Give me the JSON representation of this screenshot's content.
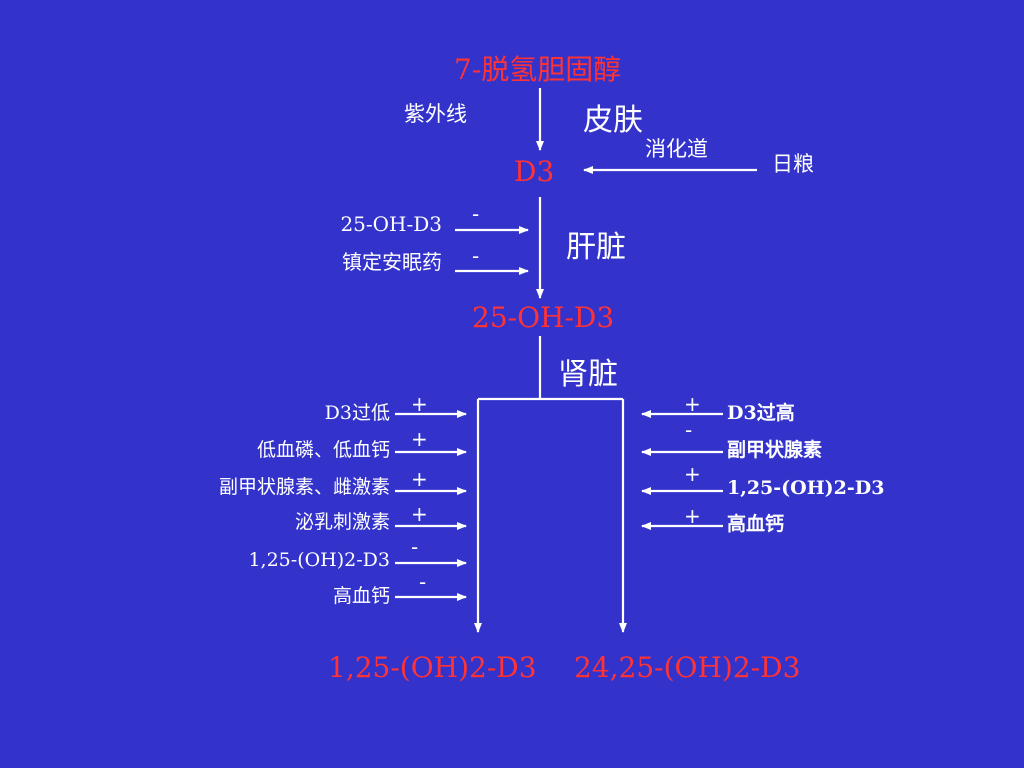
{
  "colors": {
    "background": "#3333cc",
    "compound": "#ff3333",
    "label": "#ffffff"
  },
  "compounds": {
    "dehydrocholesterol": "7-脱氢胆固醇",
    "d3": "D3",
    "oh_d3": "25-OH-D3",
    "dihydroxy_125": "1,25-(OH)2-D3",
    "dihydroxy_2425": "24,25-(OH)2-D3"
  },
  "organs": {
    "skin": "皮肤",
    "liver": "肝脏",
    "kidney": "肾脏"
  },
  "skin_step": {
    "uv": "紫外线",
    "digestive_tract": "消化道",
    "food": "日粮"
  },
  "liver_step": {
    "inhibitors": [
      {
        "label": "25-OH-D3",
        "sign": "-"
      },
      {
        "label": "镇定安眠药",
        "sign": "-"
      }
    ]
  },
  "kidney_step": {
    "left_regulators": [
      {
        "label": "D3过低",
        "sign": "+"
      },
      {
        "label": "低血磷、低血钙",
        "sign": "+"
      },
      {
        "label": "副甲状腺素、雌激素",
        "sign": "+"
      },
      {
        "label": "泌乳刺激素",
        "sign": "+"
      },
      {
        "label": "1,25-(OH)2-D3",
        "sign": "-"
      },
      {
        "label": "高血钙",
        "sign": "-"
      }
    ],
    "right_regulators": [
      {
        "label": "D3过高",
        "sign": "+"
      },
      {
        "label": "副甲状腺素",
        "sign": "-"
      },
      {
        "label": "1,25-(OH)2-D3",
        "sign": "+"
      },
      {
        "label": "高血钙",
        "sign": "+"
      }
    ]
  }
}
